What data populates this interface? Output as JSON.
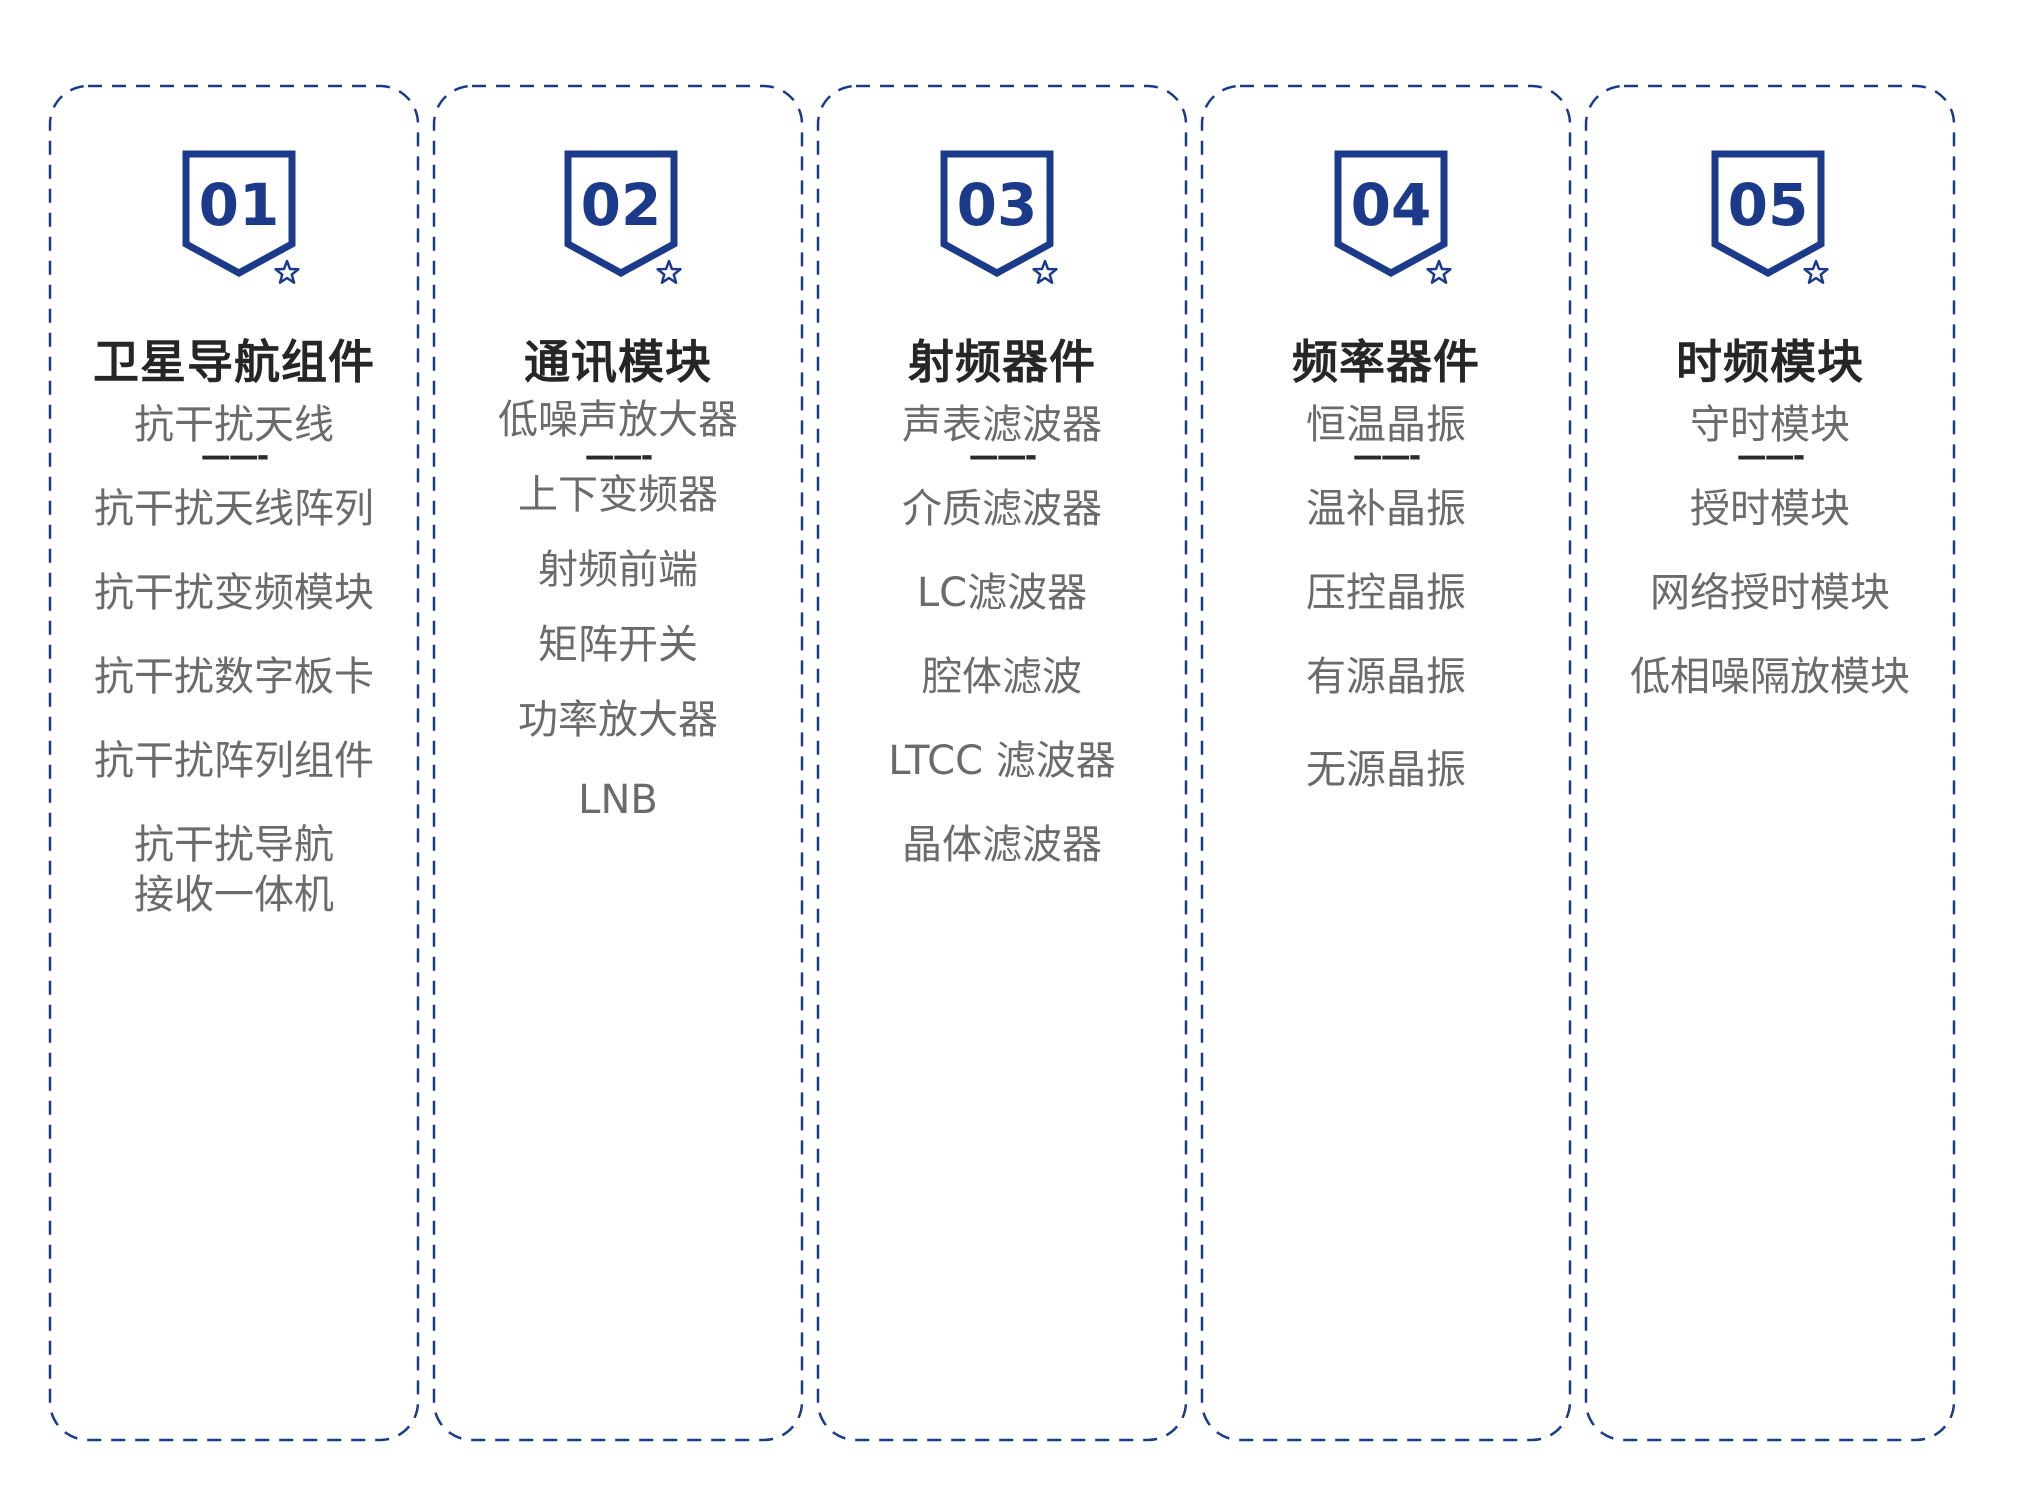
{
  "colors": {
    "accent": "#1c3a8a",
    "title": "#262626",
    "item_text": "#6b6b6b",
    "background": "#ffffff"
  },
  "columns": [
    {
      "number": "01",
      "title": "卫星导航组件",
      "divider": "——-",
      "items": [
        "抗干扰天线",
        "抗干扰天线阵列",
        "抗干扰变频模块",
        "抗干扰数字板卡",
        "抗干扰阵列组件",
        "抗干扰导航\n接收一体机"
      ]
    },
    {
      "number": "02",
      "title": "通讯模块",
      "divider": "——-",
      "items": [
        "低噪声放大器",
        "上下变频器",
        "射频前端",
        "矩阵开关",
        "功率放大器",
        "LNB"
      ]
    },
    {
      "number": "03",
      "title": "射频器件",
      "divider": "——-",
      "items": [
        "声表滤波器",
        "介质滤波器",
        "LC滤波器",
        "腔体滤波",
        "LTCC 滤波器",
        "晶体滤波器"
      ]
    },
    {
      "number": "04",
      "title": "频率器件",
      "divider": "——-",
      "items": [
        "恒温晶振",
        "温补晶振",
        "压控晶振",
        "有源晶振",
        "无源晶振"
      ]
    },
    {
      "number": "05",
      "title": "时频模块",
      "divider": "——-",
      "items": [
        "守时模块",
        "授时模块",
        "网络授时模块",
        "低相噪隔放模块"
      ]
    }
  ]
}
